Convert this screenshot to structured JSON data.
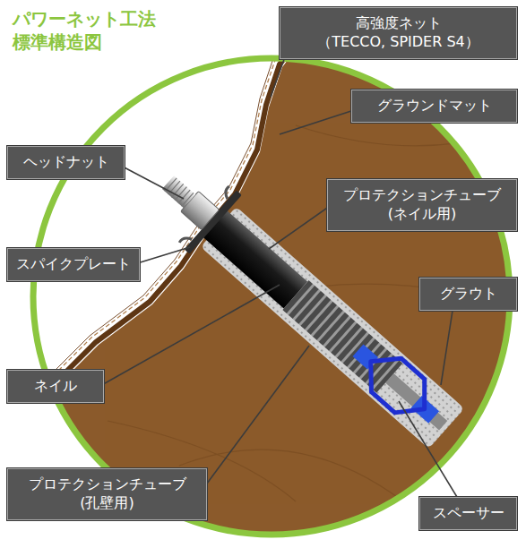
{
  "diagram": {
    "title": "パワーネット工法 標準構造図",
    "nodes": [
      {
        "text": [
          "高強度ネット （TECCO, SPIDER S4）"
        ]
      },
      {
        "text": [
          "グラウンドマット"
        ]
      },
      {
        "text": [
          "ヘッドナット"
        ]
      },
      {
        "text": [
          "プロテクションチューブ (ネイル用)"
        ]
      },
      {
        "text": [
          "スパイクプレート"
        ]
      },
      {
        "text": [
          "グラウト"
        ]
      },
      {
        "text": [
          "ネイル"
        ]
      },
      {
        "text": [
          "プロテクションチューブ (孔壁用)"
        ]
      },
      {
        "text": [
          "スペーサー"
        ]
      }
    ]
  }
}
